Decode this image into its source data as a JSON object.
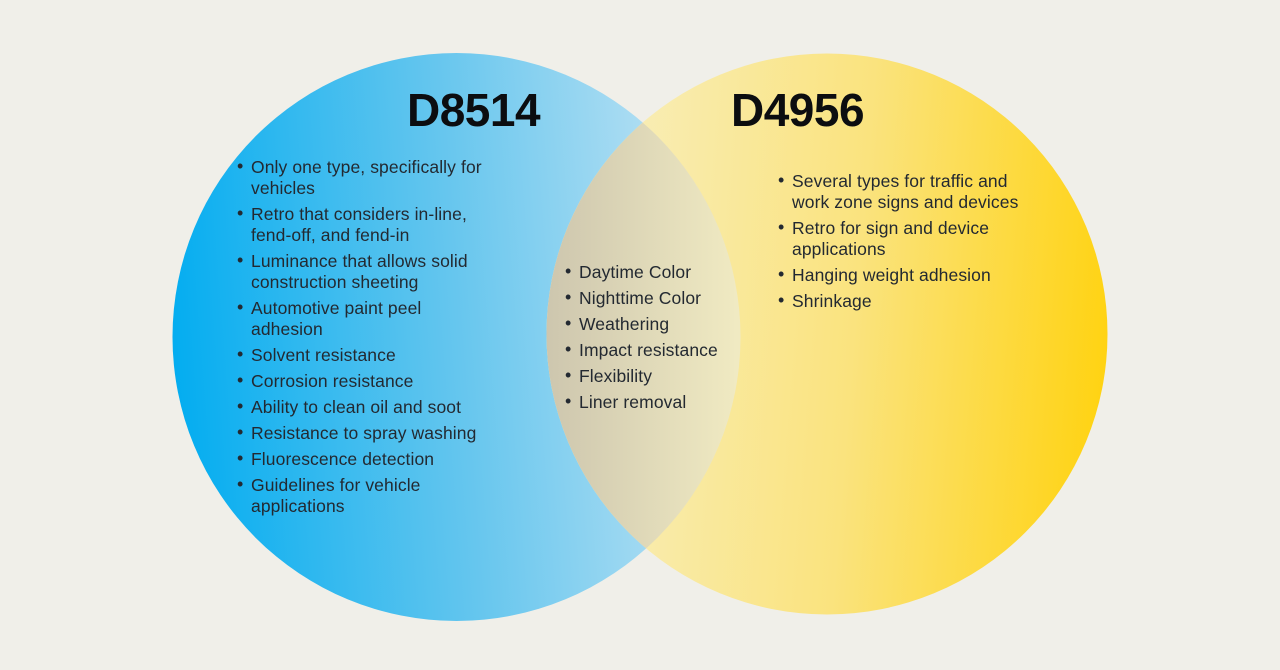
{
  "colors": {
    "background": "#F0EFE9",
    "ink": "#232931",
    "title_ink": "#0C0D10",
    "blue_left": "#04ADF0",
    "blue_mid": "#66C6EE",
    "blue_right": "#C9E6F4",
    "yellow_left": "#F8F0C5",
    "yellow_mid": "#FAE37E",
    "yellow_right": "#FFD313",
    "overlap_left": "#CDC6AE",
    "overlap_right": "#F2ECC3"
  },
  "venn": {
    "left": {
      "title": "D8514",
      "items": [
        [
          "Only one type, specifically for",
          "vehicles"
        ],
        [
          "Retro that considers in-line,",
          "fend-off, and fend-in"
        ],
        [
          "Luminance that allows solid",
          "construction sheeting"
        ],
        [
          "Automotive paint peel",
          "adhesion"
        ],
        [
          "Solvent resistance"
        ],
        [
          "Corrosion resistance"
        ],
        [
          "Ability to clean oil and soot"
        ],
        [
          "Resistance to spray washing"
        ],
        [
          "Fluorescence detection"
        ],
        [
          "Guidelines for vehicle",
          "applications"
        ]
      ]
    },
    "overlap": {
      "items": [
        [
          "Daytime Color"
        ],
        [
          "Nighttime Color"
        ],
        [
          "Weathering"
        ],
        [
          "Impact resistance"
        ],
        [
          "Flexibility"
        ],
        [
          "Liner removal"
        ]
      ]
    },
    "right": {
      "title": "D4956",
      "items": [
        [
          "Several types for traffic and",
          "work zone signs and devices"
        ],
        [
          "Retro for sign and device",
          "applications"
        ],
        [
          "Hanging weight adhesion"
        ],
        [
          "Shrinkage"
        ]
      ]
    }
  }
}
